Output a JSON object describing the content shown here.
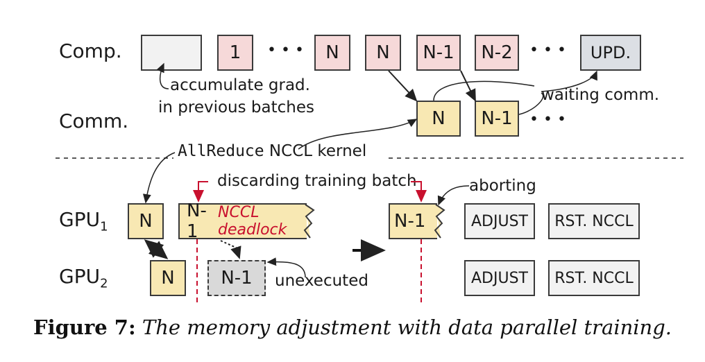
{
  "rows": {
    "comp": "Comp.",
    "comm": "Comm.",
    "gpu1": "GPU",
    "gpu1_sub": "1",
    "gpu2": "GPU",
    "gpu2_sub": "2"
  },
  "comp_boxes": [
    "1",
    "N",
    "N",
    "N-1",
    "N-2",
    "UPD."
  ],
  "comm_boxes": [
    "N",
    "N-1"
  ],
  "ellipsis": "• • •",
  "notes": {
    "accumulate_1": "accumulate grad.",
    "accumulate_2": "in previous batches",
    "waiting": "waiting comm.",
    "allreduce_code": "AllReduce",
    "allreduce_rest": " NCCL kernel",
    "discarding": "discarding training batch",
    "aborting": "aborting",
    "unexecuted": "unexecuted"
  },
  "gpu1_boxes": {
    "n": "N",
    "n1": "N-1",
    "deadlock": "NCCL deadlock",
    "n1_after": "N-1",
    "adjust": "ADJUST",
    "rst": "RST. NCCL"
  },
  "gpu2_boxes": {
    "n": "N",
    "n1": "N-1",
    "adjust": "ADJUST",
    "rst": "RST. NCCL"
  },
  "caption": {
    "label": "Figure 7:",
    "text": "The memory adjustment with data parallel training."
  },
  "colors": {
    "pink": "#f6d9d9",
    "yellow": "#f8e8b3",
    "gray": "#f2f2f2",
    "upd": "#dcdfe4",
    "red": "#c8102e"
  }
}
